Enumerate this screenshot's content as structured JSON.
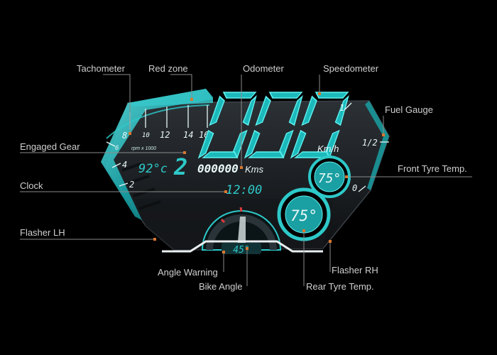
{
  "labels": {
    "tachometer": "Tachometer",
    "red_zone": "Red zone",
    "odometer": "Odometer",
    "speedometer": "Speedometer",
    "fuel_gauge": "Fuel Gauge",
    "engaged_gear": "Engaged Gear",
    "front_tyre_temp": "Front Tyre Temp.",
    "clock": "Clock",
    "flasher_lh": "Flasher LH",
    "angle_warning": "Angle Warning",
    "bike_angle": "Bike Angle",
    "rear_tyre_temp": "Rear Tyre Temp.",
    "flasher_rh": "Flasher  RH"
  },
  "dashboard": {
    "tach_ticks": [
      "8",
      "10",
      "12",
      "14",
      "16"
    ],
    "tach_left_ticks": [
      "6",
      "4",
      "2"
    ],
    "rpm_unit": "rpm x 1000",
    "speed": "000",
    "speed_unit": "Km/h",
    "gear": "2",
    "engine_temp": "92°c",
    "odometer": "000000",
    "odometer_unit": "Kms",
    "clock": "12:00",
    "fuel_ticks": [
      "1",
      "1/2",
      "0"
    ],
    "front_tyre_temp": "75°",
    "rear_tyre_temp": "75°",
    "bike_angle": "45°"
  },
  "colors": {
    "accent": "#2ec9c9",
    "accent_dark": "#0d5f63",
    "label_text": "#cfcfcf",
    "leader_line": "#8a8a8a",
    "marker_dot": "#d9772e",
    "warning_red": "#e03a3a"
  }
}
